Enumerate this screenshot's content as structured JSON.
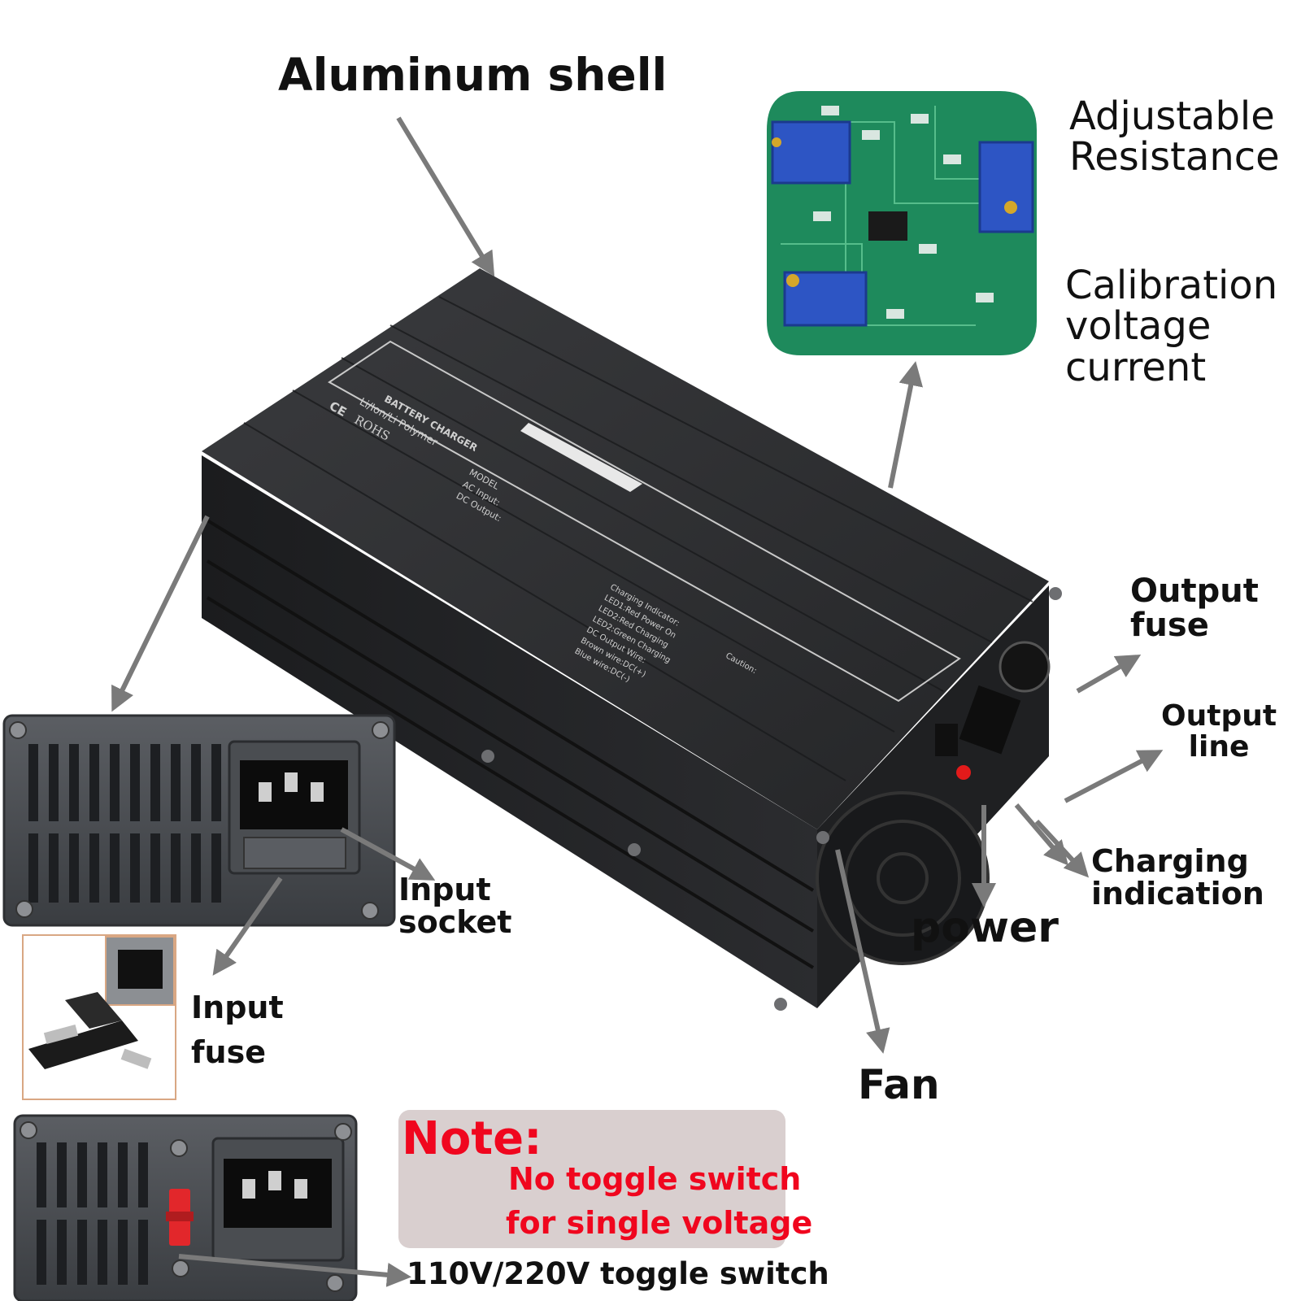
{
  "labels": {
    "aluminum_shell": "Aluminum shell",
    "adjustable_resistance": [
      "Adjustable",
      "Resistance"
    ],
    "calibration": [
      "Calibration",
      "voltage",
      "current"
    ],
    "output_fuse": [
      "Output",
      "fuse"
    ],
    "output_line": [
      "Output",
      "line"
    ],
    "charging_indication": [
      "Charging",
      "indication"
    ],
    "power": "power",
    "fan": "Fan",
    "input_socket": [
      "Input",
      "socket"
    ],
    "input_fuse": [
      "Input",
      "fuse"
    ],
    "toggle_switch": "110V/220V  toggle switch"
  },
  "note": {
    "title": "Note:",
    "lines": [
      "No toggle switch",
      "for single voltage"
    ]
  },
  "product_label": {
    "title": "BATTERY CHARGER",
    "subtitle": "Li/Ion/Li Polymer",
    "marks": [
      "CE",
      "ROHS"
    ],
    "model": "MODEL",
    "ac_input": "AC Input:",
    "dc_output": "DC Output:",
    "charging_indicator": "Charging Indicator:",
    "led1": "LED1:Red Power On",
    "led2a": "LED2:Red Charging",
    "led2b": "LED2:Green Charging",
    "dc_output_wire": "DC Output Wire:",
    "brown_wire": "Brown wire:DC(+)",
    "blue_wire": "Blue wire:DC(-)",
    "caution": "Caution:"
  },
  "colors": {
    "note_text": "#f0061e",
    "note_bg": "#d9cfcf",
    "arrow": "#7a7a7a",
    "charger_body": "#2a2b2d",
    "pcb": "#1e8a5c"
  }
}
